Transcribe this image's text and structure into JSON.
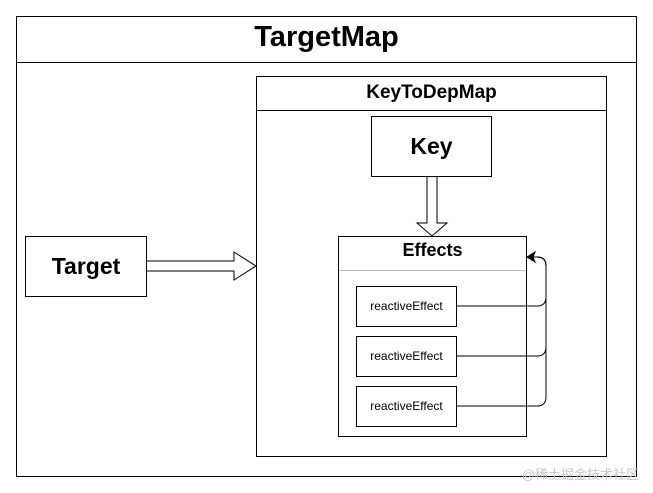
{
  "diagram": {
    "target_map_label": "TargetMap",
    "key_to_dep_map_label": "KeyToDepMap",
    "key_label": "Key",
    "target_label": "Target",
    "effects_label": "Effects",
    "reactive_effects": [
      "reactiveEffect",
      "reactiveEffect",
      "reactiveEffect"
    ]
  },
  "watermark": "@稀土掘金技术社区"
}
